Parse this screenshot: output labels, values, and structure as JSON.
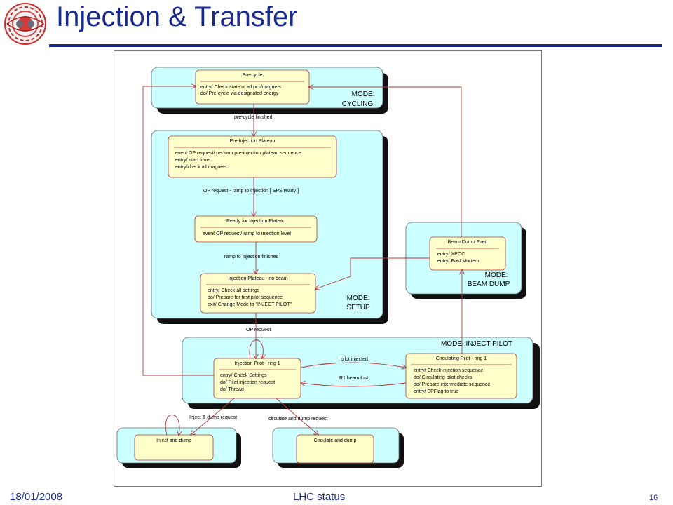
{
  "slide": {
    "title": "Injection & Transfer",
    "footer_date": "18/01/2008",
    "footer_center": "LHC status",
    "page_number": "16"
  },
  "diagram": {
    "modes": [
      {
        "id": "cycling",
        "label_lines": [
          "MODE:",
          "CYCLING"
        ]
      },
      {
        "id": "setup",
        "label_lines": [
          "MODE:",
          "SETUP"
        ]
      },
      {
        "id": "beam-dump",
        "label_lines": [
          "MODE:",
          "BEAM DUMP"
        ]
      },
      {
        "id": "inject-pilot",
        "label_lines": [
          "MODE: INJECT PILOT"
        ]
      }
    ],
    "states": [
      {
        "id": "pre-cycle",
        "name": "Pre-cycle",
        "actions": [
          "entry/ Check state of all pcs/magnets",
          "do/ Pre-cycle via designated energy"
        ]
      },
      {
        "id": "pre-injection-plateau",
        "name": "Pre-Injection Plateau",
        "actions": [
          "event OP request/ perform pre-injection plateau sequence",
          "entry/ start timer",
          "entry/check all magnets"
        ]
      },
      {
        "id": "ready-for-injection-plateau",
        "name": "Ready for Injection Plateau",
        "actions": [
          "event OP request/ ramp to injection level"
        ]
      },
      {
        "id": "injection-plateau-no-beam",
        "name": "Injection Plateau - no beam",
        "actions": [
          "entry/ Check all settings",
          "do/ Prepare for first pilot sequence",
          "exit/ Change Mode to \"INJECT PILOT\""
        ]
      },
      {
        "id": "beam-dump-fired",
        "name": "Beam Dump Fired",
        "actions": [
          "entry/ XPOC",
          "entry/ Post Mortem"
        ]
      },
      {
        "id": "injection-pilot-ring1",
        "name": "Injection Pilot - ring 1",
        "actions": [
          "entry/ Check Settings",
          "do/ Pilot injection request",
          "do/ Thread"
        ]
      },
      {
        "id": "circulating-pilot-ring1",
        "name": "Circulating Pilot - ring 1",
        "actions": [
          "entry/ Check injection sequence",
          "do/ Circulating pilot checks",
          "do/ Prepare intermediate sequence",
          "entry/ BPFlag to true"
        ]
      },
      {
        "id": "inject-and-dump",
        "name": "Inject and dump",
        "actions": []
      },
      {
        "id": "circulate-and-dump",
        "name": "Circulate and dump",
        "actions": []
      }
    ],
    "transitions": [
      {
        "id": "pre-cycle-finished",
        "label": "pre-cycle finished"
      },
      {
        "id": "op-request-ramp",
        "label": "OP request - ramp to injection [ SPS ready ]"
      },
      {
        "id": "ramp-finished",
        "label": "ramp to injection finished"
      },
      {
        "id": "op-request",
        "label": "OP request"
      },
      {
        "id": "pilot-injected",
        "label": "pilot injected"
      },
      {
        "id": "r1-beam-lost",
        "label": "R1 beam lost"
      },
      {
        "id": "inject-dump-request",
        "label": "Inject & dump request"
      },
      {
        "id": "circulate-dump-request",
        "label": "circulate and dump request"
      }
    ],
    "colors": {
      "mode_fill": "#ccffff",
      "state_fill": "#ffffcc",
      "state_border": "#b03a3a",
      "arrow": "#b03a3a",
      "shadow": "#111111"
    }
  }
}
